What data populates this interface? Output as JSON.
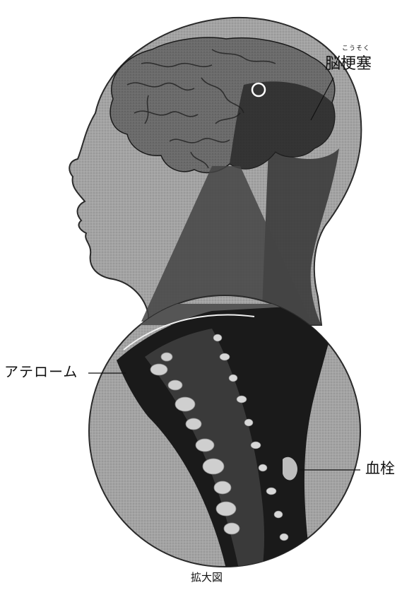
{
  "labels": {
    "cerebral_infarction": "脳梗塞",
    "cerebral_infarction_reading": "こうそく",
    "atheroma": "アテローム",
    "thrombus": "血栓",
    "magnified_view": "拡大図"
  },
  "colors": {
    "head_fill": "#a8a8a8",
    "outline": "#2a2a2a",
    "brain": "#6a6a6a",
    "shadow": "#2e2e2e",
    "vessel_wall": "#1a1a1a",
    "plaque": "#d8d8d8"
  }
}
